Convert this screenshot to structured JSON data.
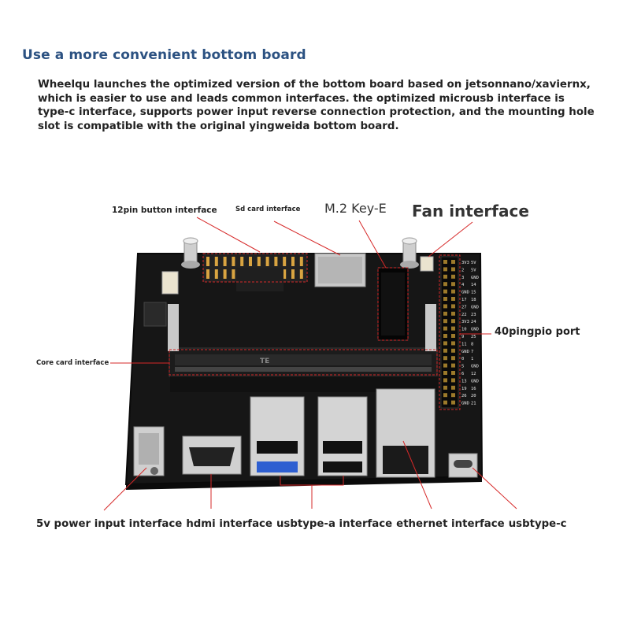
{
  "heading": "Use a more convenient bottom board",
  "description": "Wheelqu launches the optimized version of the bottom board based on jetsonnano/xaviernx, which is easier to use and leads common interfaces. the optimized microusb interface is type-c interface, supports power input reverse connection protection, and the mounting hole slot is compatible with the original yingweida bottom board.",
  "callouts": {
    "pin12": "12pin button interface",
    "sd": "Sd card interface",
    "m2": "M.2 Key-E",
    "fan": "Fan interface",
    "gpio": "40pingpio port",
    "core": "Core card interface"
  },
  "bottom_labels": [
    "5v power input interface",
    "hdmi interface",
    "usbtype-a interface",
    "ethernet interface",
    "usbtype-c"
  ],
  "board_silkscreen": {
    "gpio_pins": [
      "5V",
      "5V",
      "GND",
      "14",
      "15",
      "18",
      "GND",
      "23",
      "24",
      "GND",
      "25",
      "8",
      "7",
      "1",
      "GND",
      "12",
      "GND",
      "16",
      "20",
      "21"
    ],
    "gpio_pins_left": [
      "3V3",
      "2",
      "3",
      "4",
      "GND",
      "17",
      "27",
      "22",
      "3V3",
      "10",
      "9",
      "11",
      "GND",
      "0",
      "5",
      "6",
      "13",
      "19",
      "26",
      "GND"
    ],
    "connector_mark": "TE"
  },
  "colors": {
    "heading": "#2c5282",
    "callout_line": "#d62828",
    "pcb": "#161616"
  }
}
